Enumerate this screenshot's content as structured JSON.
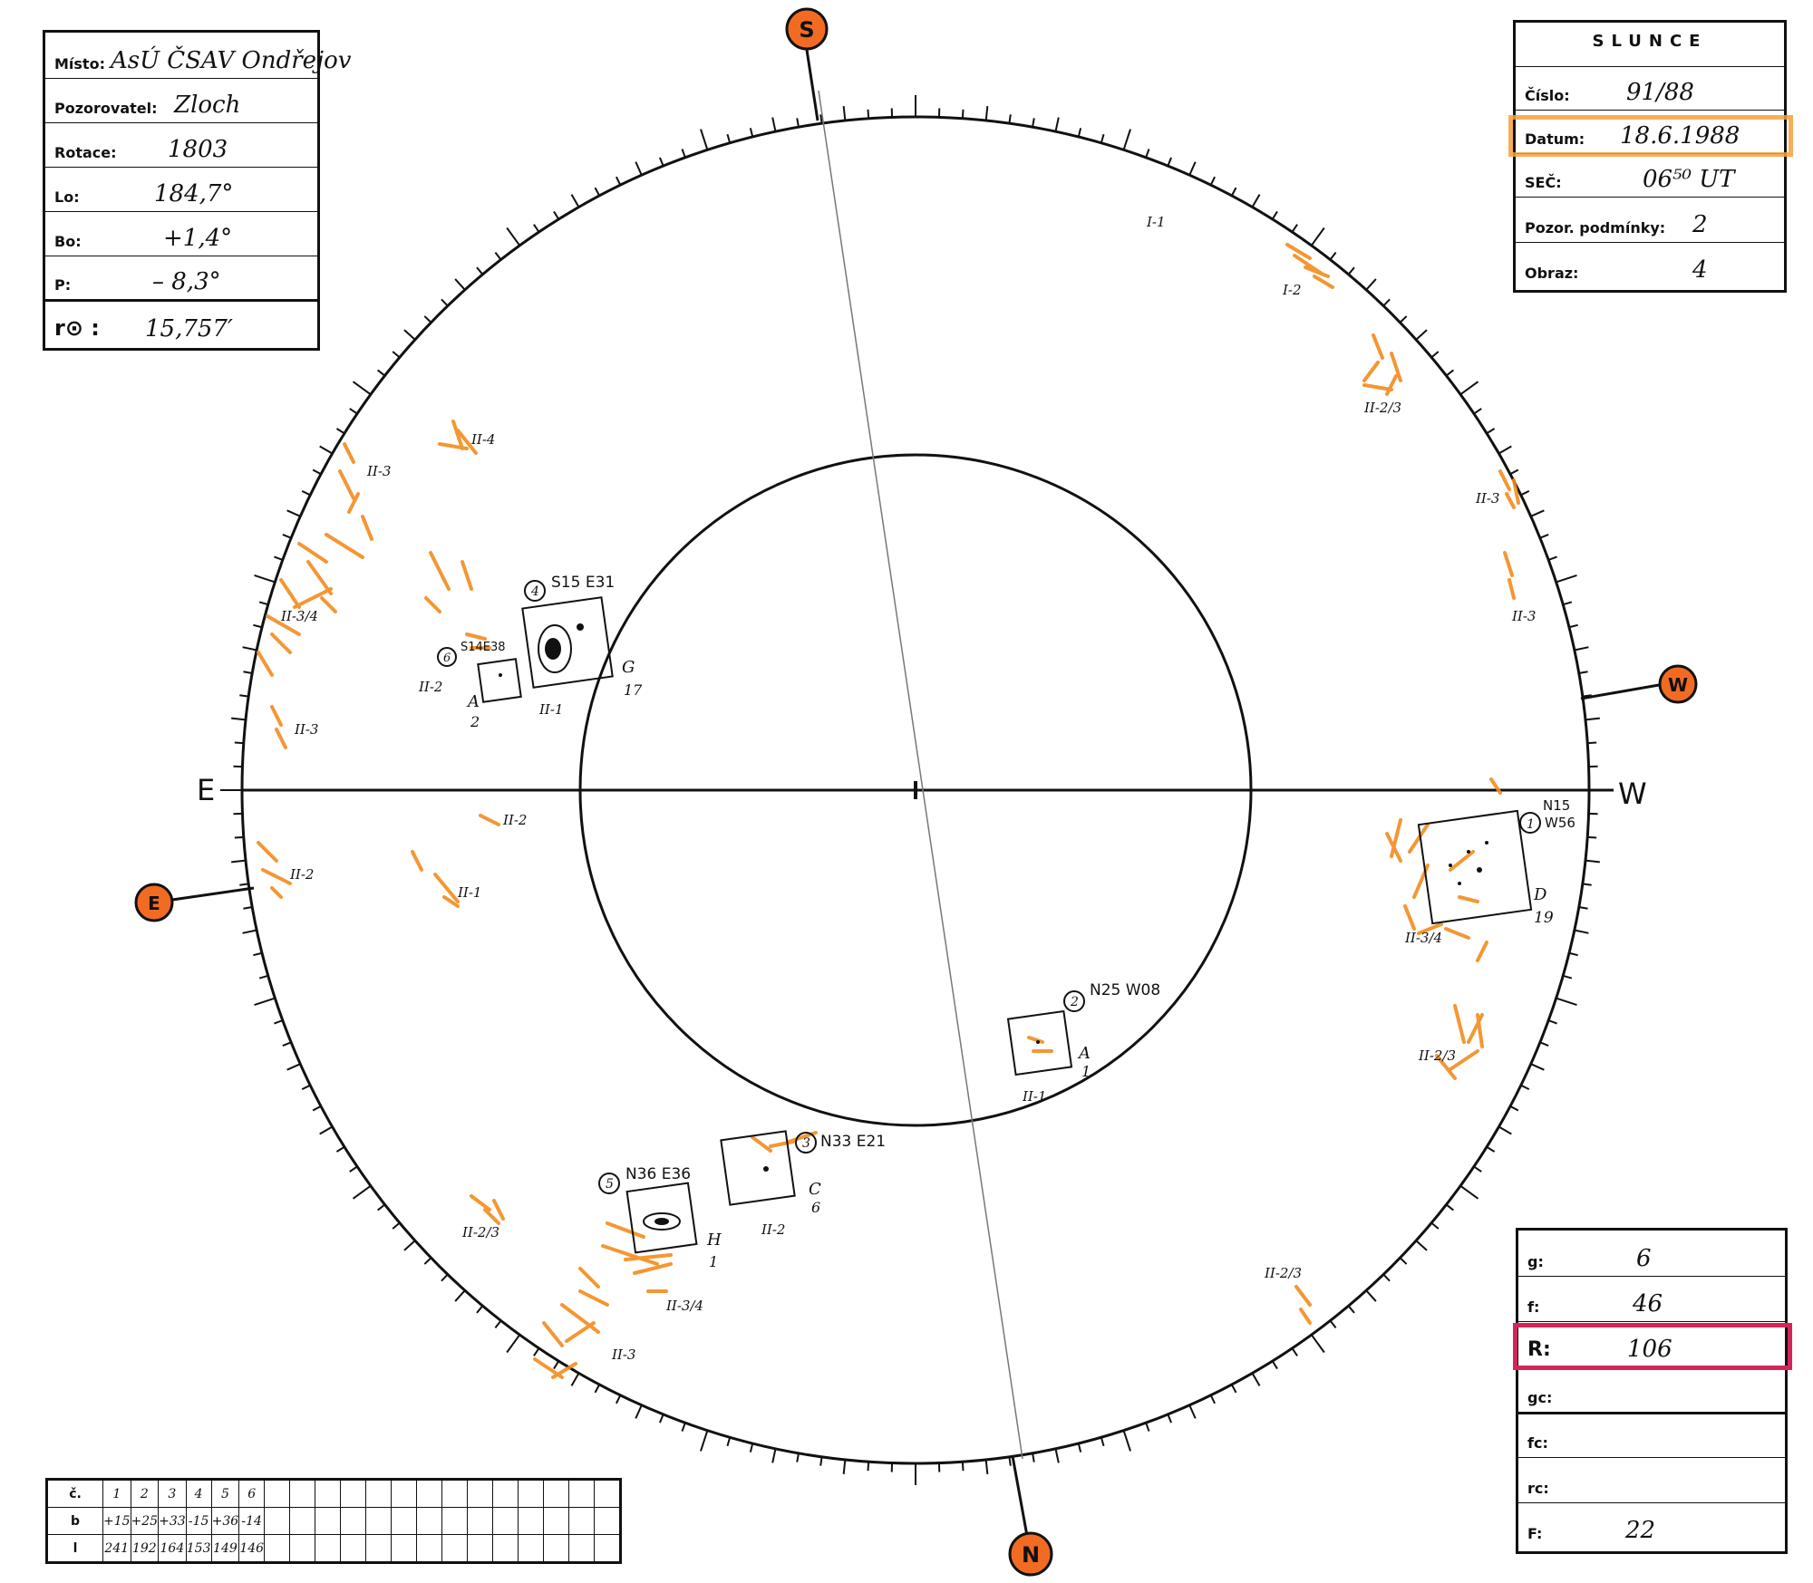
{
  "info_box": {
    "misto_label": "Místo:",
    "misto_value": "AsÚ ČSAV Ondřejov",
    "pozorovatel_label": "Pozorovatel:",
    "pozorovatel_value": "Zloch",
    "rotace_label": "Rotace:",
    "rotace_value": "1803",
    "lo_label": "Lo:",
    "lo_value": "184,7°",
    "bo_label": "Bo:",
    "bo_value": "+1,4°",
    "p_label": "P:",
    "p_value": "– 8,3°",
    "ro_label": "r⊙ :",
    "ro_value": "15,757′"
  },
  "slunce_box": {
    "title": "SLUNCE",
    "cislo_label": "Číslo:",
    "cislo_value": "91/88",
    "datum_label": "Datum:",
    "datum_value": "18.6.1988",
    "sec_label": "SEČ:",
    "sec_value": "06⁵⁰ UT",
    "pozor_label": "Pozor. podmínky:",
    "pozor_value": "2",
    "obraz_label": "Obraz:",
    "obraz_value": "4"
  },
  "counts_box": {
    "g_label": "g:",
    "g_value": "6",
    "f_label": "f:",
    "f_value": "46",
    "r_label": "R:",
    "r_value": "106",
    "gc_label": "gc:",
    "fc_label": "fc:",
    "rc_label": "rc:",
    "F_label": "F:",
    "F_value": "22"
  },
  "highlight_colors": {
    "datum": "#f5a13a",
    "r_row": "#d6245a",
    "faculae": "#f28c1e",
    "marker": "#f26b22"
  },
  "directions": {
    "s": "S",
    "w": "W",
    "e": "E",
    "n": "N",
    "w_axis": "W",
    "e_axis": "E"
  },
  "groups": [
    {
      "num": "1",
      "coords_top": "N15",
      "coords_bottom": "W56",
      "type": "D",
      "count": "19"
    },
    {
      "num": "2",
      "coords": "N25 W08",
      "type": "A",
      "count": "1",
      "facula": "II-1"
    },
    {
      "num": "3",
      "coords": "N33 E21",
      "type": "C",
      "count": "6",
      "facula": "II-2"
    },
    {
      "num": "4",
      "coords": "S15 E31",
      "type": "G",
      "count": "17",
      "facula": "II-1"
    },
    {
      "num": "5",
      "coords": "N36 E36",
      "type": "H",
      "count": "1",
      "facula": "II-3/4"
    },
    {
      "num": "6",
      "coords": "S14E38",
      "type": "A",
      "count": "2",
      "facula": "II-2"
    }
  ],
  "facula_labels": [
    "I-1",
    "I-2",
    "II-2/3",
    "II-3",
    "II-3",
    "II-3/4",
    "II-2/3",
    "II-4",
    "II-3",
    "II-3/4",
    "II-3",
    "II-2",
    "II-1",
    "II-2",
    "II-2/3",
    "II-3",
    "II-2/3"
  ],
  "table": {
    "row_c_label": "č.",
    "row_c": [
      "1",
      "2",
      "3",
      "4",
      "5",
      "6"
    ],
    "row_b_label": "b",
    "row_b": [
      "+15",
      "+25",
      "+33",
      "-15",
      "+36",
      "-14"
    ],
    "row_l_label": "l",
    "row_l": [
      "241",
      "192",
      "164",
      "153",
      "149",
      "146"
    ],
    "total_columns": 20
  }
}
